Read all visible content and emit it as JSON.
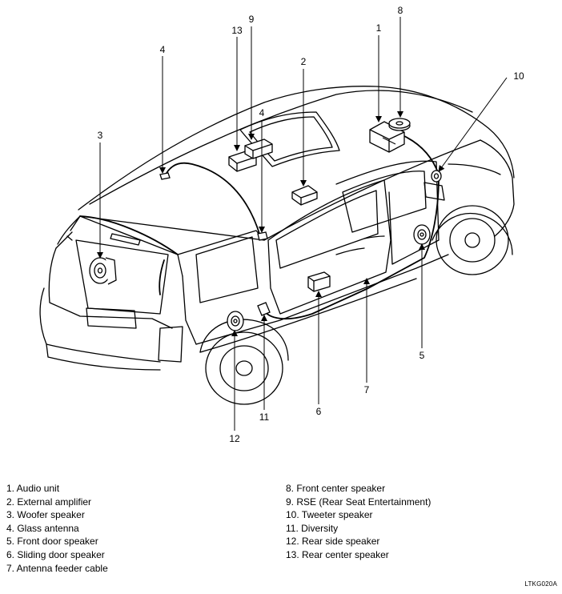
{
  "callouts": [
    "1",
    "2",
    "3",
    "4",
    "4",
    "5",
    "6",
    "7",
    "8",
    "9",
    "10",
    "11",
    "12",
    "13"
  ],
  "legend": {
    "left": [
      "1. Audio unit",
      "2. External amplifier",
      "3. Woofer speaker",
      "4. Glass antenna",
      "5. Front door speaker",
      "6. Sliding door speaker",
      "7. Antenna feeder cable"
    ],
    "right": [
      "8. Front center speaker",
      "9. RSE (Rear Seat Entertainment)",
      "10. Tweeter speaker",
      "11. Diversity",
      "12. Rear side speaker",
      "13. Rear center speaker"
    ]
  },
  "figure_code": "LTKG020A"
}
